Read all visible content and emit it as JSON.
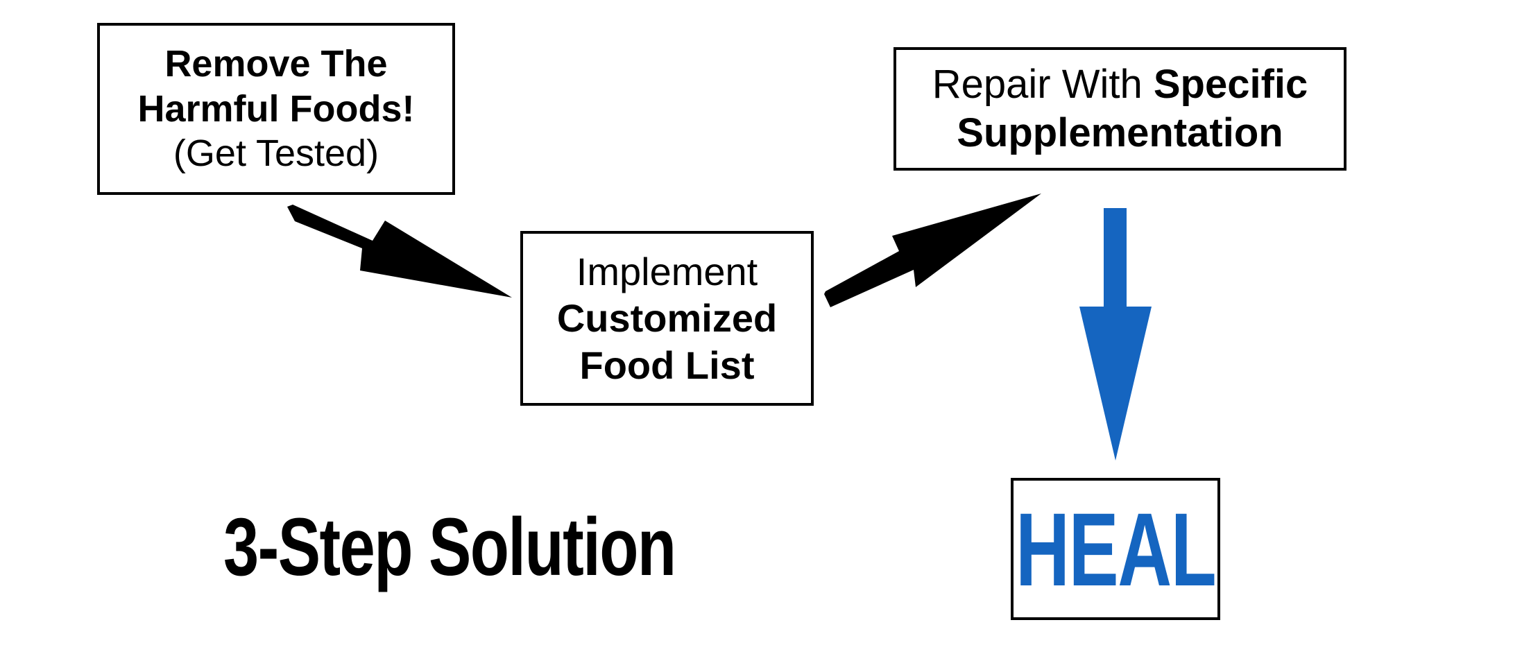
{
  "steps": [
    {
      "line1_bold": "Remove The",
      "line2_bold": "Harmful Foods!",
      "line3": "(Get Tested)"
    },
    {
      "line1": "Implement",
      "line2_bold": "Customized",
      "line3_bold": "Food List"
    },
    {
      "line1_prefix": "Repair With ",
      "line1_bold": "Specific",
      "line2_bold": "Supplementation"
    }
  ],
  "outcome": {
    "label": "HEAL",
    "color": "#1565C0"
  },
  "title": "3-Step Solution",
  "colors": {
    "arrow_black": "#000000",
    "arrow_blue": "#1565C0"
  }
}
